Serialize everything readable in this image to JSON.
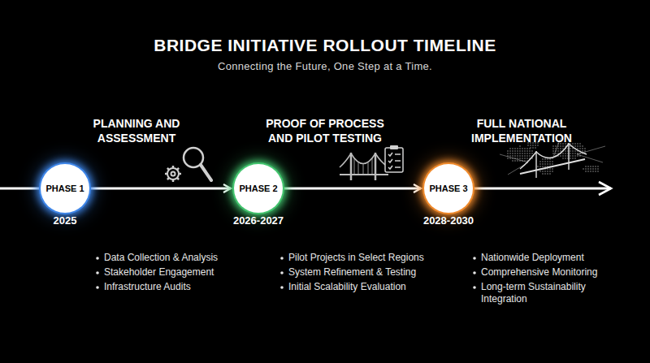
{
  "diagram": {
    "title": "BRIDGE INITIATIVE ROLLOUT TIMELINE",
    "caption": "Connecting the Future, One Step at a Time.",
    "nodes": [
      {
        "text": [
          "PHASE 1"
        ]
      },
      {
        "text": [
          "PHASE 2"
        ]
      },
      {
        "text": [
          "PHASE 3"
        ]
      }
    ],
    "edges": [
      {
        "from": 0,
        "to": 1,
        "arrow": "to"
      },
      {
        "from": 1,
        "to": 2,
        "arrow": "to"
      }
    ],
    "labels": [
      "PLANNING AND ASSESSMENT",
      "PROOF OF PROCESS AND PILOT TESTING",
      "FULL NATIONAL IMPLEMENTATION",
      "2025",
      "2026-2027",
      "2028-2030",
      "Data Collection & Analysis",
      "Stakeholder Engagement",
      "Infrastructure Audits",
      "Pilot Projects in Select Regions",
      "System Refinement & Testing",
      "Initial Scalability Evaluation",
      "Nationwide Deployment",
      "Comprehensive Monitoring",
      "Long-term Sustainability Integration"
    ]
  }
}
